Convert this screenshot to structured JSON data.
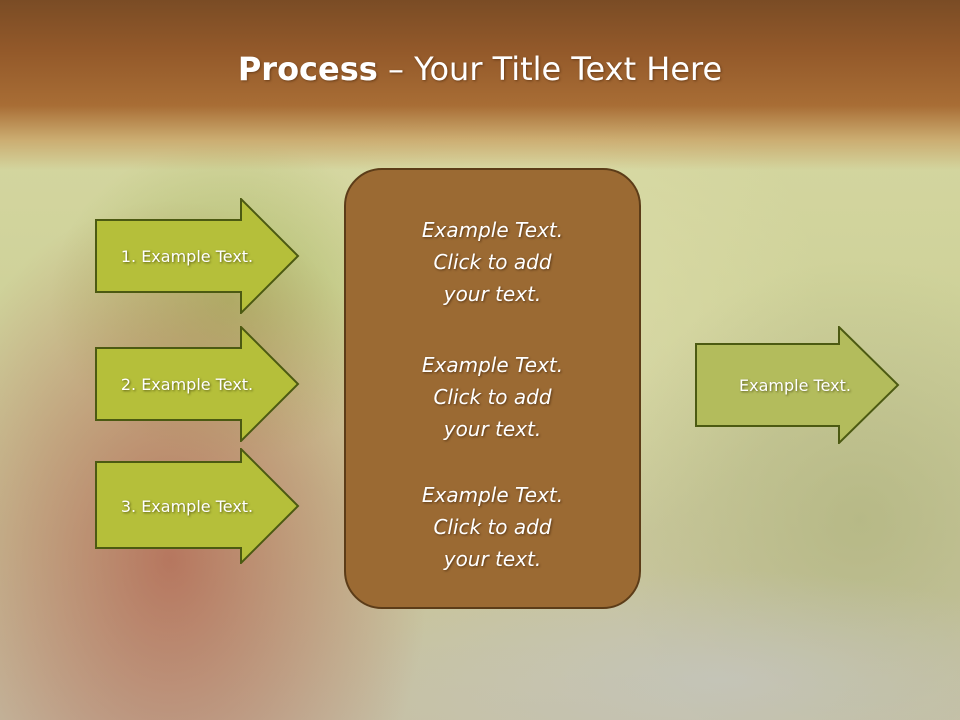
{
  "title": {
    "bold": "Process",
    "rest": " – Your Title Text Here"
  },
  "left_arrows": [
    {
      "label": "1. Example Text."
    },
    {
      "label": "2. Example Text."
    },
    {
      "label": "3. Example Text."
    }
  ],
  "center_box": {
    "items": [
      {
        "line1": "Example Text.",
        "line2": "Click  to add",
        "line3": "your text."
      },
      {
        "line1": "Example Text.",
        "line2": "Click  to add",
        "line3": "your text."
      },
      {
        "line1": "Example Text.",
        "line2": "Click  to add",
        "line3": "your text."
      }
    ]
  },
  "right_arrow": {
    "label": "Example Text."
  },
  "colors": {
    "header": "#93592a",
    "left_arrow_fill": "#b5bf3a",
    "right_arrow_fill": "#b3bc5c",
    "center_box_fill": "#9b6a33",
    "outline": "#4c5a12"
  }
}
